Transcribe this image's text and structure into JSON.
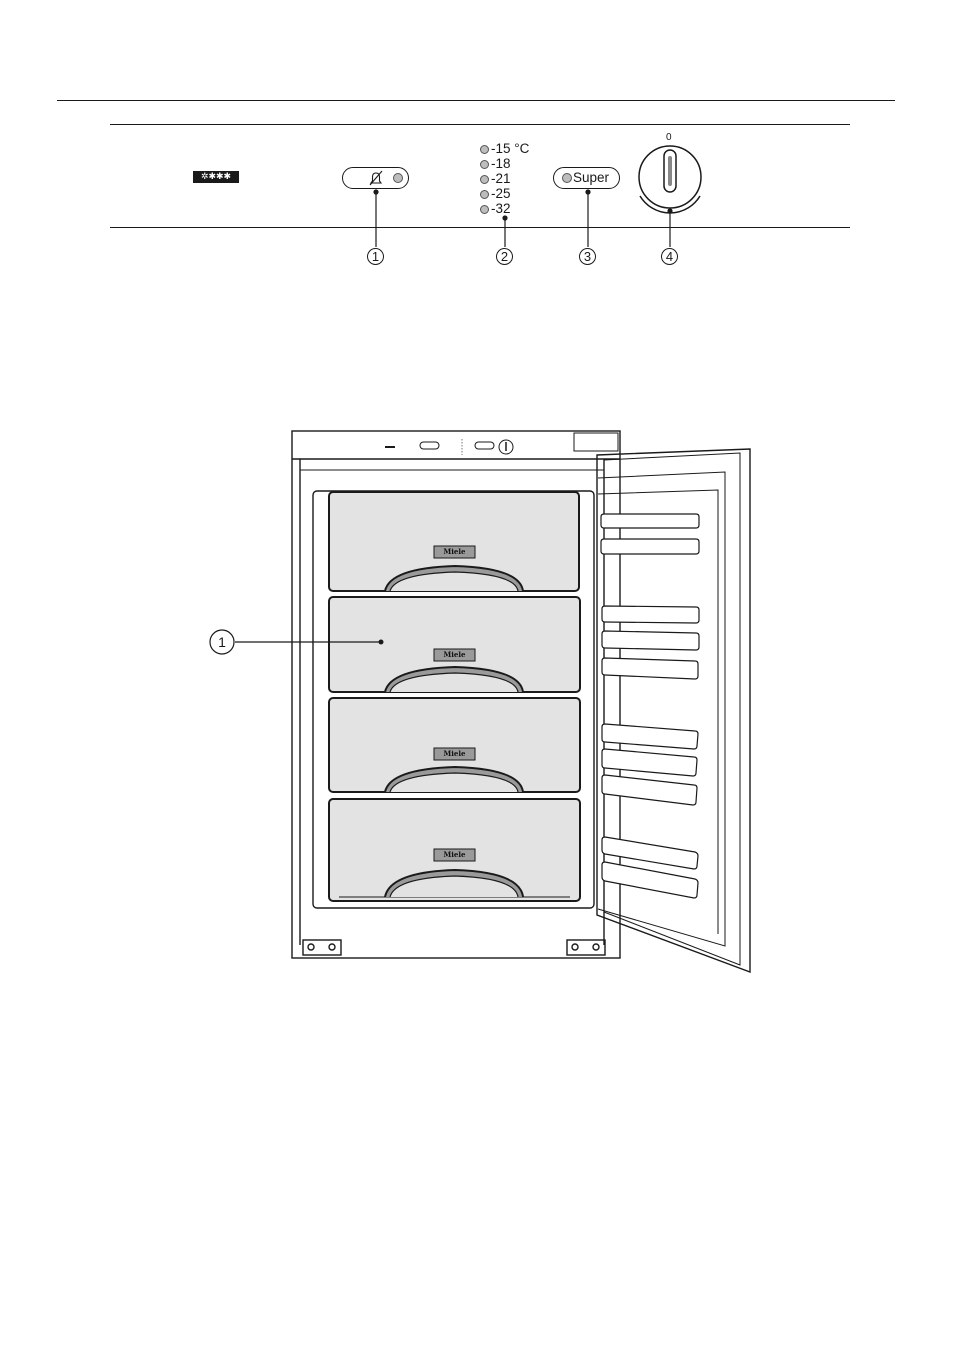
{
  "control_panel": {
    "freezer_rating_symbol": "✲✱✱✱",
    "alarm_button_icon": "alarm-off-icon",
    "temperatures": [
      "-15 °C",
      "-18",
      "-21",
      "-25",
      "-32"
    ],
    "super_button_label": "Super",
    "dial_zero_label": "0",
    "callouts": [
      "1",
      "2",
      "3",
      "4"
    ]
  },
  "appliance": {
    "drawer_brand": "Miele",
    "drawer_count": 4,
    "callout": "1"
  }
}
